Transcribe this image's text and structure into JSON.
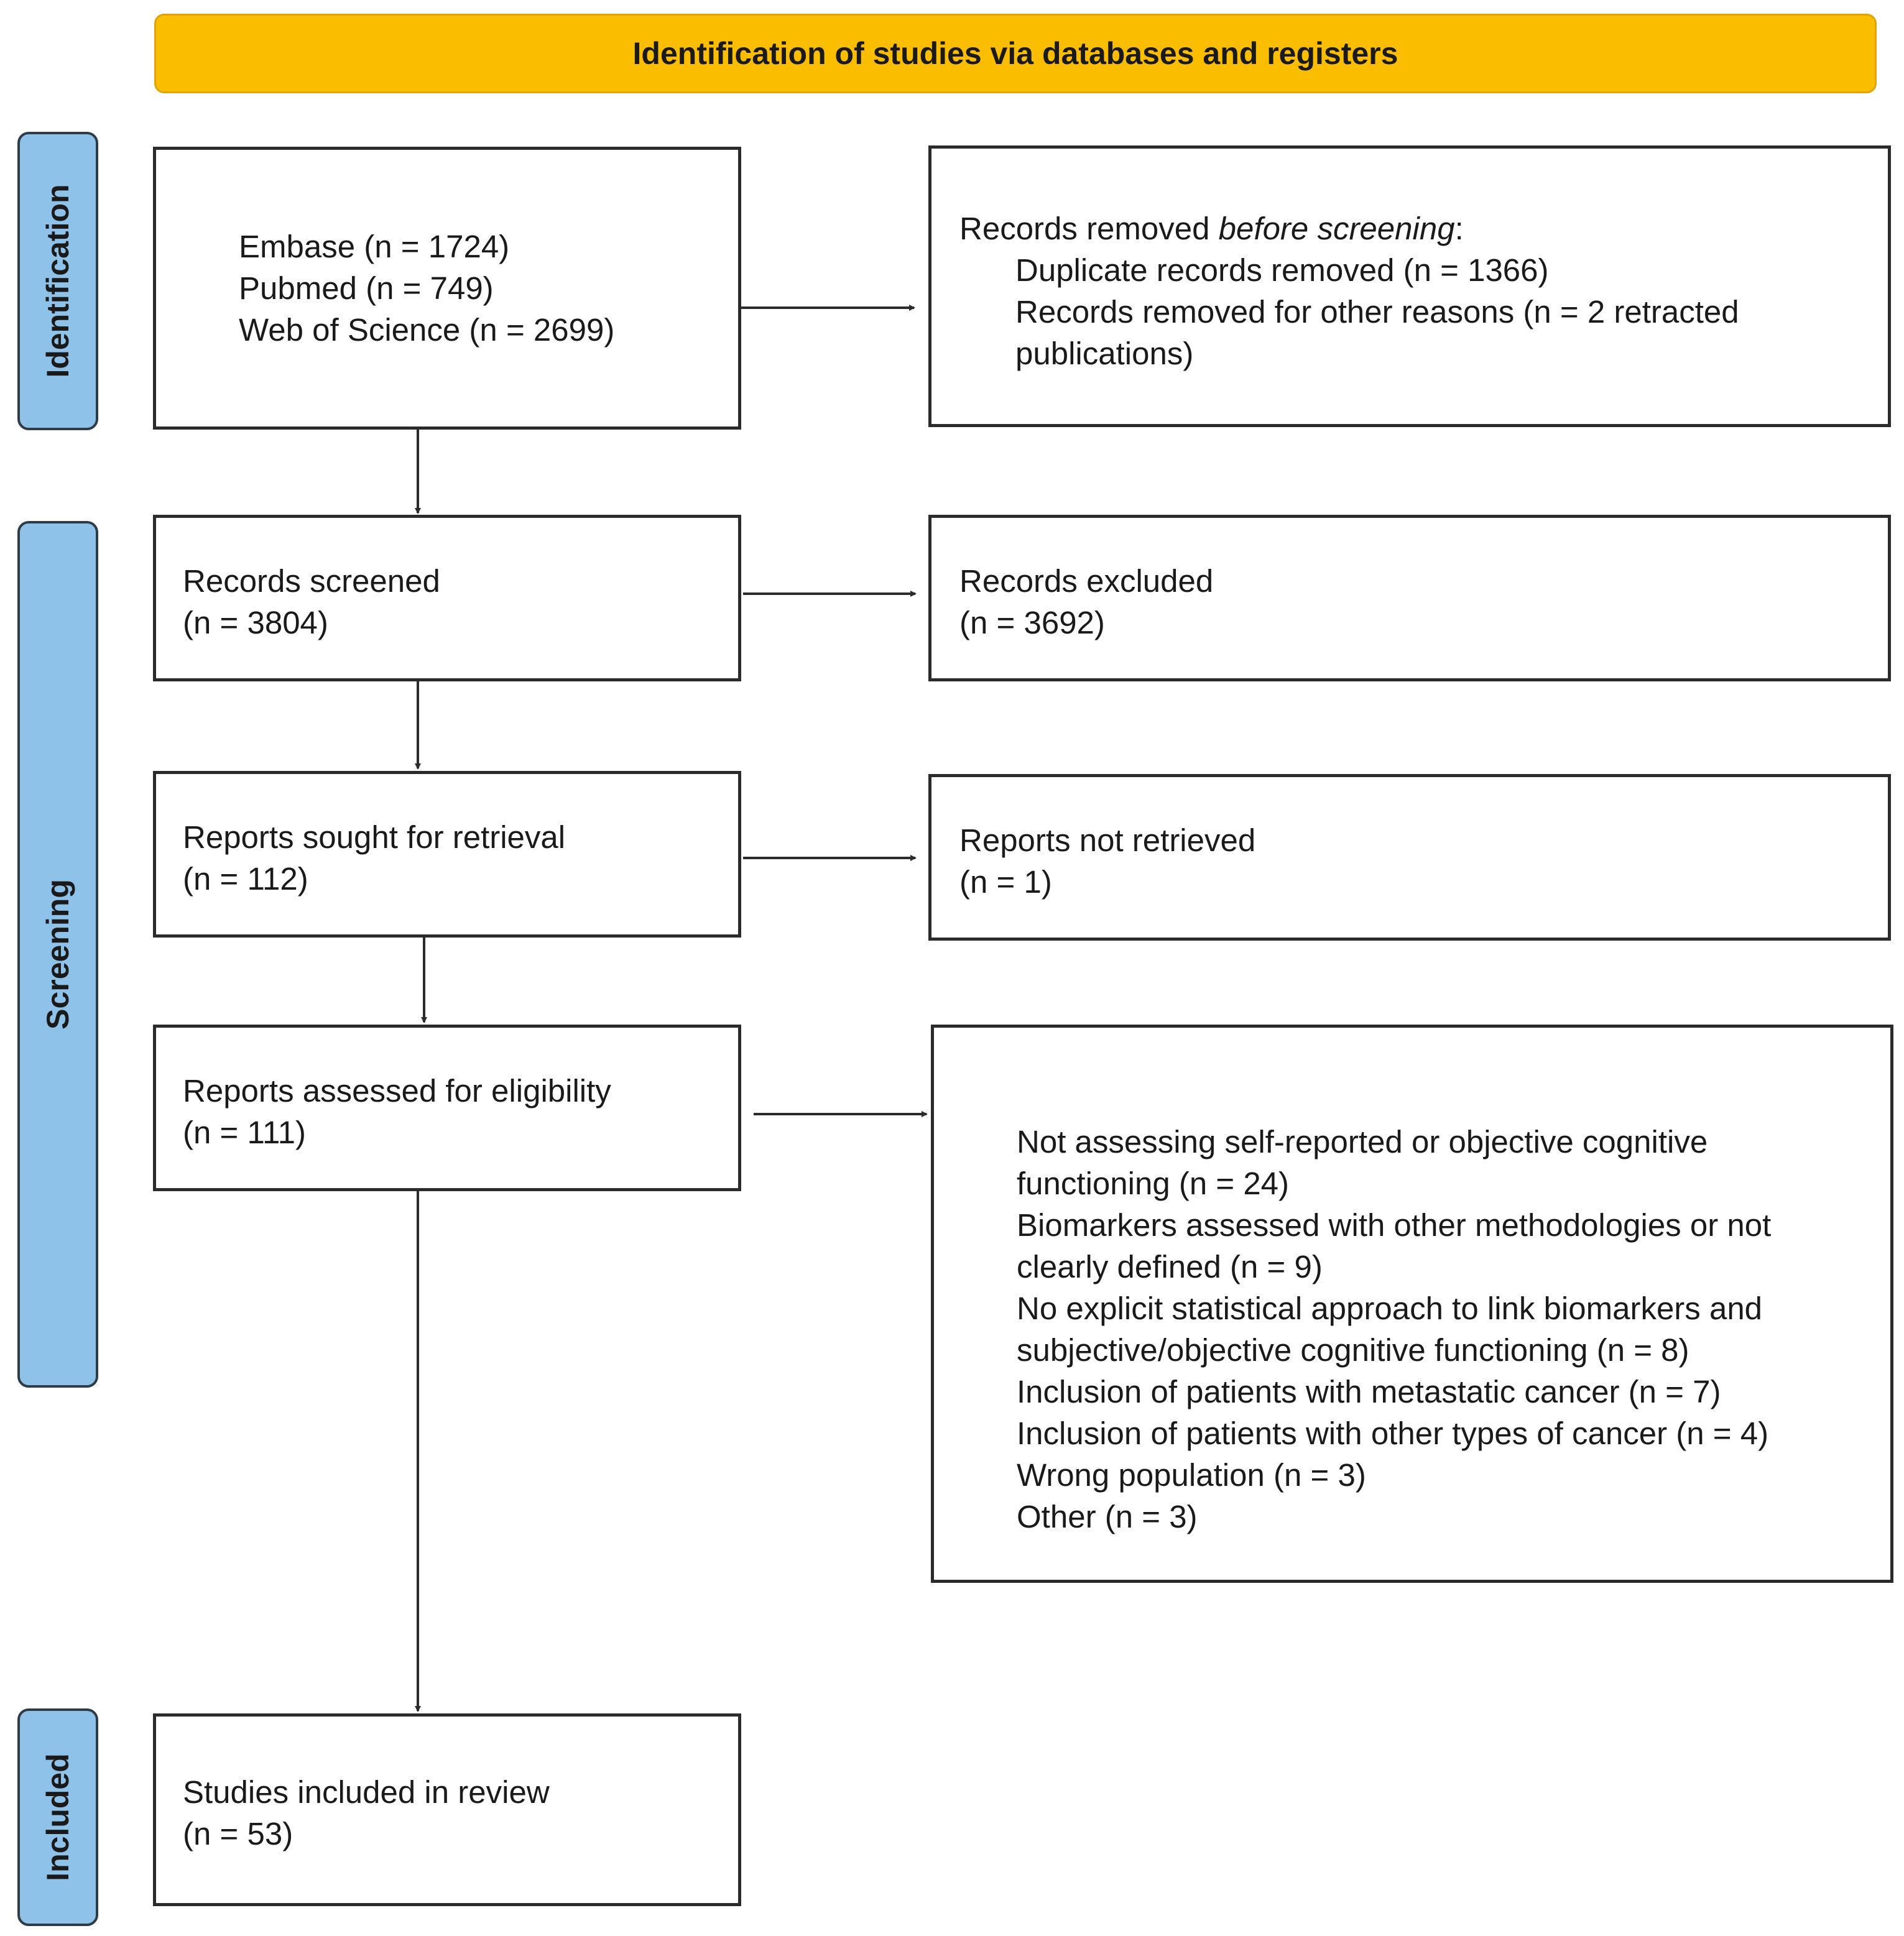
{
  "header": {
    "title": "Identification of studies via databases and registers"
  },
  "phases": {
    "identification": "Identification",
    "screening": "Screening",
    "included": "Included"
  },
  "sources": {
    "line1": "Embase (n = 1724)",
    "line2": "Pubmed (n = 749)",
    "line3": "Web of Science (n = 2699)"
  },
  "removed": {
    "prefix": "Records removed ",
    "italic": "before screening",
    "suffix": ":",
    "duplicates": "Duplicate records removed (n = 1366)",
    "other_line1": "Records removed for other reasons (n = 2 retracted",
    "other_line2": "publications)"
  },
  "screened": {
    "label": "Records screened",
    "count": "(n = 3804)"
  },
  "excluded": {
    "label": "Records excluded",
    "count": "(n = 3692)"
  },
  "sought": {
    "label": "Reports sought for retrieval",
    "count": "(n = 112)"
  },
  "not_retrieved": {
    "label": "Reports not retrieved",
    "count": "(n = 1)"
  },
  "assessed": {
    "label": "Reports assessed for eligibility",
    "count": "(n = 111)"
  },
  "exclusion_reasons": [
    "Not assessing self-reported or objective cognitive",
    "functioning (n = 24)",
    "Biomarkers assessed with other methodologies or not",
    "clearly defined (n = 9)",
    "No explicit statistical approach to link biomarkers and",
    "subjective/objective cognitive functioning (n = 8)",
    "Inclusion of patients with metastatic cancer (n = 7)",
    "Inclusion of patients with other types of cancer (n = 4)",
    "Wrong population (n = 3)",
    "Other (n = 3)"
  ],
  "included": {
    "label": "Studies included in review",
    "count": "(n = 53)"
  }
}
